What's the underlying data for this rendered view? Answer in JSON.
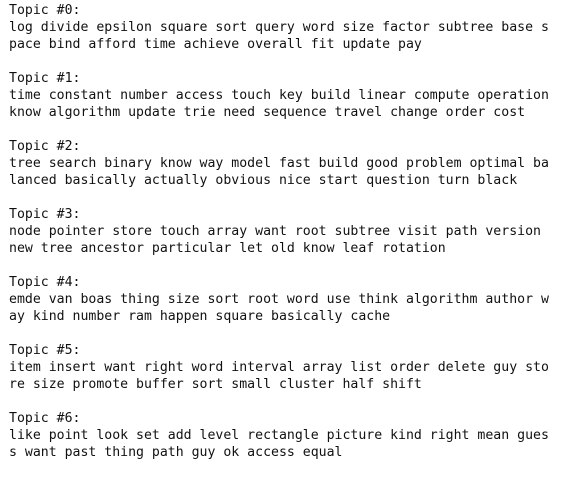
{
  "topics": [
    {
      "header": "Topic #0:",
      "lines": [
        "log divide epsilon square sort query word size factor subtree base s",
        "pace bind afford time achieve overall fit update pay"
      ]
    },
    {
      "header": "Topic #1:",
      "lines": [
        "time constant number access touch key build linear compute operation",
        "know algorithm update trie need sequence travel change order cost"
      ]
    },
    {
      "header": "Topic #2:",
      "lines": [
        "tree search binary know way model fast build good problem optimal ba",
        "lanced basically actually obvious nice start question turn black"
      ]
    },
    {
      "header": "Topic #3:",
      "lines": [
        "node pointer store touch array want root subtree visit path version",
        "new tree ancestor particular let old know leaf rotation"
      ]
    },
    {
      "header": "Topic #4:",
      "lines": [
        "emde van boas thing size sort root word use think algorithm author w",
        "ay kind number ram happen square basically cache"
      ]
    },
    {
      "header": "Topic #5:",
      "lines": [
        "item insert want right word interval array list order delete guy sto",
        "re size promote buffer sort small cluster half shift"
      ]
    },
    {
      "header": "Topic #6:",
      "lines": [
        "like point look set add level rectangle picture kind right mean gues",
        "s want past thing path guy ok access equal"
      ]
    }
  ]
}
